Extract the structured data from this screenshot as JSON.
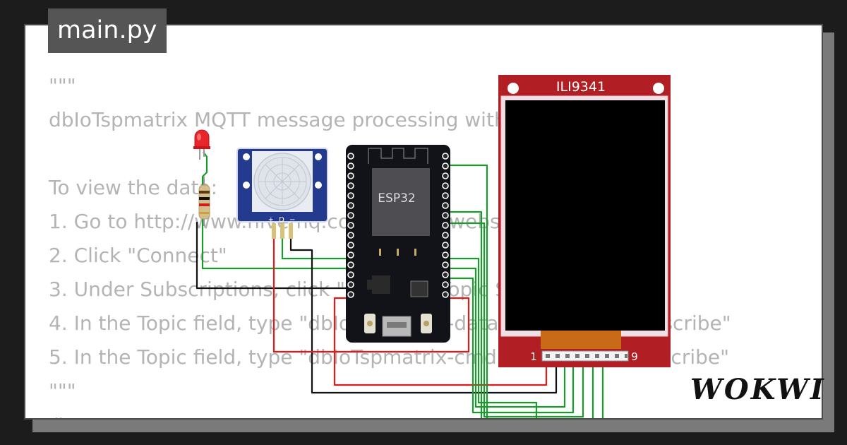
{
  "tab": {
    "filename": "main.py"
  },
  "code_lines": [
    "\"\"\"",
    "dbIoTspmatrix MQTT message processing with",
    "",
    "To view the data:",
    "1. Go to http://www.hivemq.com/demos/websocket-client/",
    "2. Click \"Connect\"",
    "3. Under Subscriptions, click \"Add New Topic Subscription\"",
    "4. In the Topic field, type \"dbIoTspmatrix-data\" then click \"Subscribe\"",
    "5. In the Topic field, type \"dbIoTspmatrix-cmd\" then click \"Subscribe\"",
    "\"\"\"",
    "# ..."
  ],
  "display": {
    "label": "ILI9341",
    "pin_start": "1",
    "pin_end": "9"
  },
  "mcu": {
    "label": "ESP32"
  },
  "pir": {
    "pin_labels": "+ D −"
  },
  "brand": {
    "logo": "WOKWI"
  },
  "colors": {
    "wire_green": "#1a9a2c",
    "wire_red": "#e0191b",
    "wire_black": "#111111",
    "display_pcb": "#b11f24",
    "pir_pcb": "#243a8e",
    "led": "#e8272c"
  }
}
